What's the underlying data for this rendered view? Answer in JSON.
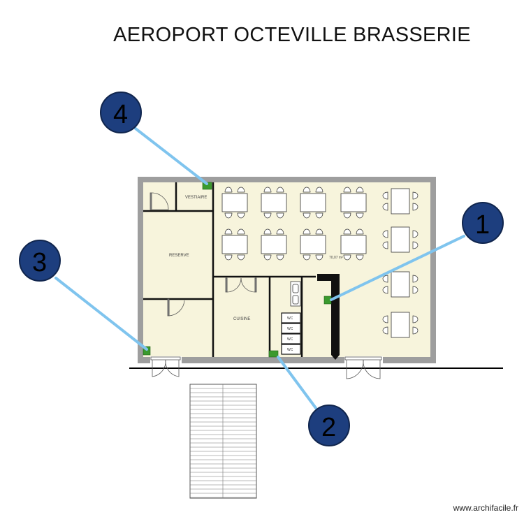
{
  "title": "AEROPORT OCTEVILLE BRASSERIE",
  "rooms": {
    "vestiaire": "VESTIAIRE",
    "reserve": "RESERVE",
    "cuisine": "CUISINE",
    "area": "70,07 m²",
    "wc": [
      "WC",
      "WC",
      "WC",
      "WC"
    ]
  },
  "markers": [
    {
      "number": "1"
    },
    {
      "number": "2"
    },
    {
      "number": "3"
    },
    {
      "number": "4"
    }
  ],
  "colors": {
    "wall": "#9e9e9e",
    "floor": "#f7f4dc",
    "marker_fill": "#1d3e7e",
    "leader_line": "#7fc4ee",
    "camera": "#3b9a2e"
  },
  "watermark": "www.archifacile.fr"
}
